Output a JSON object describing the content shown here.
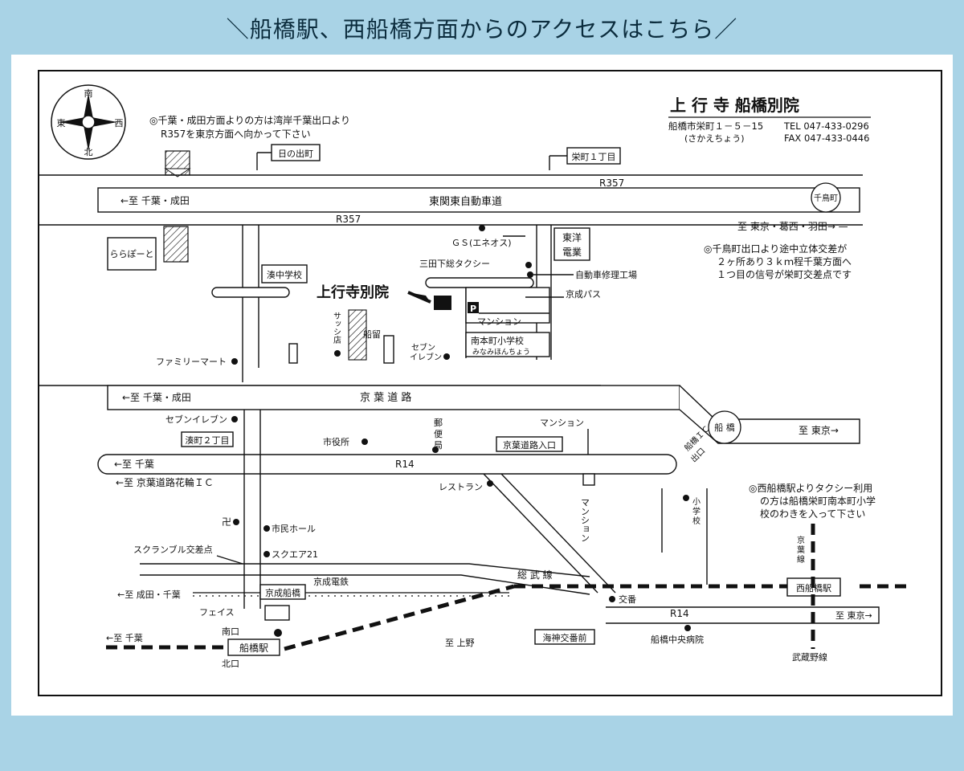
{
  "banner": "＼船橋駅、西船橋方面からのアクセスはこちら／",
  "title": "上 行 寺 船橋別院",
  "address": "船橋市栄町１－５－15",
  "address_kana": "(さかえちょう)",
  "tel": "TEL 047-433-0296",
  "fax": "FAX 047-433-0446",
  "compass": {
    "n": "南",
    "s": "北",
    "e": "東",
    "w": "西"
  },
  "note1_l1": "◎千葉・成田方面よりの方は湾岸千葉出口より",
  "note1_l2": "R357を東京方面へ向かって下さい",
  "note2_l1": "◎千鳥町出口より途中立体交差が",
  "note2_l2": "２ヶ所あり３ｋｍ程千葉方面へ",
  "note2_l3": "１つ目の信号が栄町交差点です",
  "note3_l1": "◎西船橋駅よりタクシー利用",
  "note3_l2": "の方は船橋栄町南本町小学",
  "note3_l3": "校のわきを入って下さい",
  "labels": {
    "hinodecho": "日の出町",
    "sakaecho": "栄町１丁目",
    "r357_top": "R357",
    "expressway": "東関東自動車道",
    "to_chiba_narita": "←至 千葉・成田",
    "chidoricho": "千鳥町",
    "r357": "R357",
    "to_tokyo_kasai": "至 東京・葛西・羽田→ —",
    "lalaport": "ららぽーと",
    "gs": "ＧＳ(エネオス)",
    "toyo_l1": "東洋",
    "toyo_l2": "電業",
    "taxi": "三田下総タクシー",
    "minato_jhs": "湊中学校",
    "repair": "自動車修理工場",
    "temple": "上行寺別院",
    "p": "P",
    "keisei_bus": "京成パス",
    "mansion": "マンション",
    "sasshi": "サッシ店",
    "funadome": "船留",
    "seven_l1": "セブン",
    "seven_l2": "イレブン",
    "minamihoncho": "南本町小学校",
    "minamihoncho_kana": "みなみほんちょう",
    "familymart": "ファミリーマート",
    "keiyo_road": "京 葉 道 路",
    "to_chiba_narita2": "←至 千葉・成田",
    "seven2": "セブンイレブン",
    "mansion2": "マンション",
    "funabashi": "船 橋",
    "to_tokyo": "至 東京→",
    "minato2": "湊町２丁目",
    "post_l1": "郵",
    "post_l2": "便",
    "post_l3": "局",
    "city_hall": "市役所",
    "keiyo_ent": "京葉道路入口",
    "funabashi_ic_l1": "船橋ＩＣ",
    "funabashi_ic_l2": "出口",
    "to_chiba": "←至 千葉",
    "r14": "R14",
    "to_hanawa": "←至 京葉道路花輪ＩＣ",
    "restaurant": "レストラン",
    "mansion3": "マンション",
    "school_l1": "小",
    "school_l2": "学",
    "school_l3": "校",
    "manji": "卍",
    "civic_hall": "市民ホール",
    "scramble": "スクランブル交差点",
    "square21": "スクエア21",
    "sobu": "総 武 線",
    "to_narita_chiba": "←至 成田・千葉",
    "keisei_funabashi": "京成船橋",
    "keisei_line": "京成電鉄",
    "koban": "交番",
    "nishifunabashi": "西船橋駅",
    "keiyo_l1": "京",
    "keiyo_l2": "葉",
    "keiyo_l3": "線",
    "face": "フェイス",
    "r14b": "R14",
    "to_tokyo2": "至 東京→",
    "minamiguchi": "南口",
    "to_chiba2": "←至 千葉",
    "funabashi_st": "船橋駅",
    "kitaguchi": "北口",
    "to_ueno": "至 上野",
    "kaijin": "海神交番前",
    "chuo_hospital": "船橋中央病院",
    "musashino": "武蔵野線"
  }
}
